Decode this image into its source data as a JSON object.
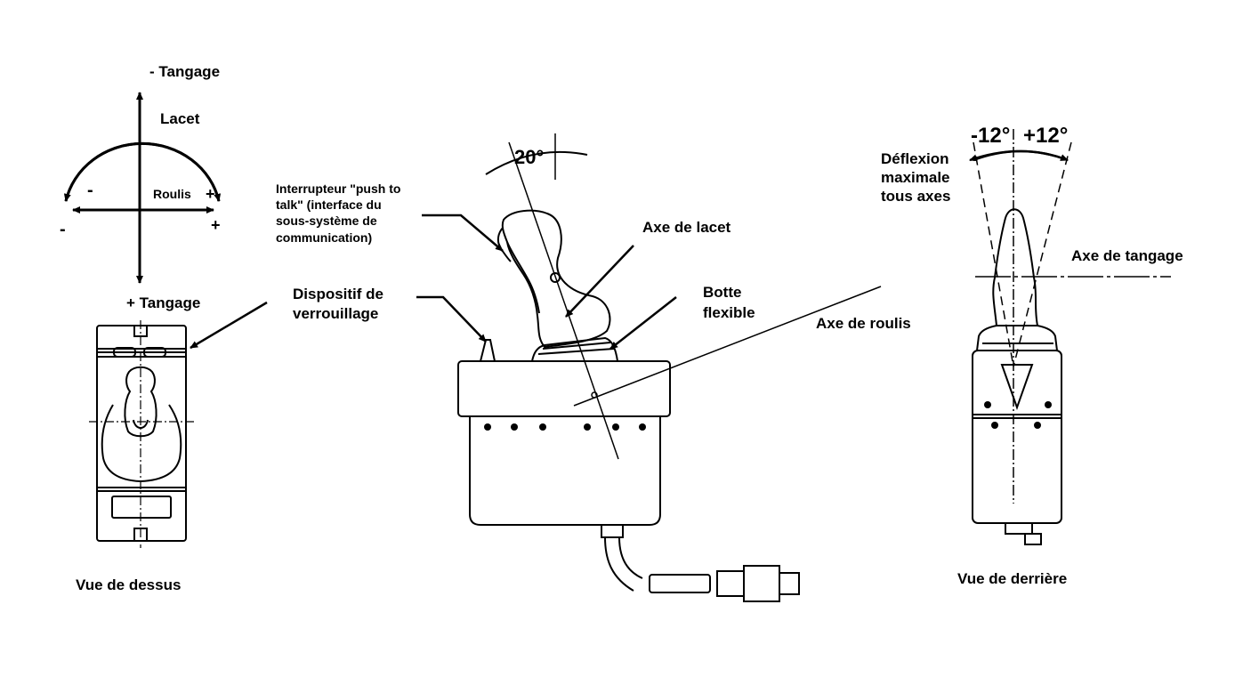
{
  "top_view": {
    "pitch_minus": "- Tangage",
    "pitch_plus": "+ Tangage",
    "yaw": "Lacet",
    "roll": "Roulis",
    "left_minus": "-",
    "left_minus_outer": "-",
    "right_plus": "+",
    "right_plus_outer": "+",
    "caption": "Vue de dessus"
  },
  "side_view": {
    "ptt_line1": "Interrupteur \"push to",
    "ptt_line2": "talk\" (interface du",
    "ptt_line3": "sous-système de",
    "ptt_line4": "communication)",
    "lock_line1": "Dispositif de",
    "lock_line2": "verrouillage",
    "angle": "20°",
    "yaw_axis": "Axe de lacet",
    "boot_line1": "Botte",
    "boot_line2": "flexible",
    "roll_axis": "Axe de roulis"
  },
  "rear_view": {
    "angle_minus": "-12°",
    "angle_plus": "+12°",
    "deflection_line1": "Déflexion",
    "deflection_line2": "maximale",
    "deflection_line3": "tous axes",
    "pitch_axis": "Axe de tangage",
    "caption": "Vue de derrière"
  }
}
